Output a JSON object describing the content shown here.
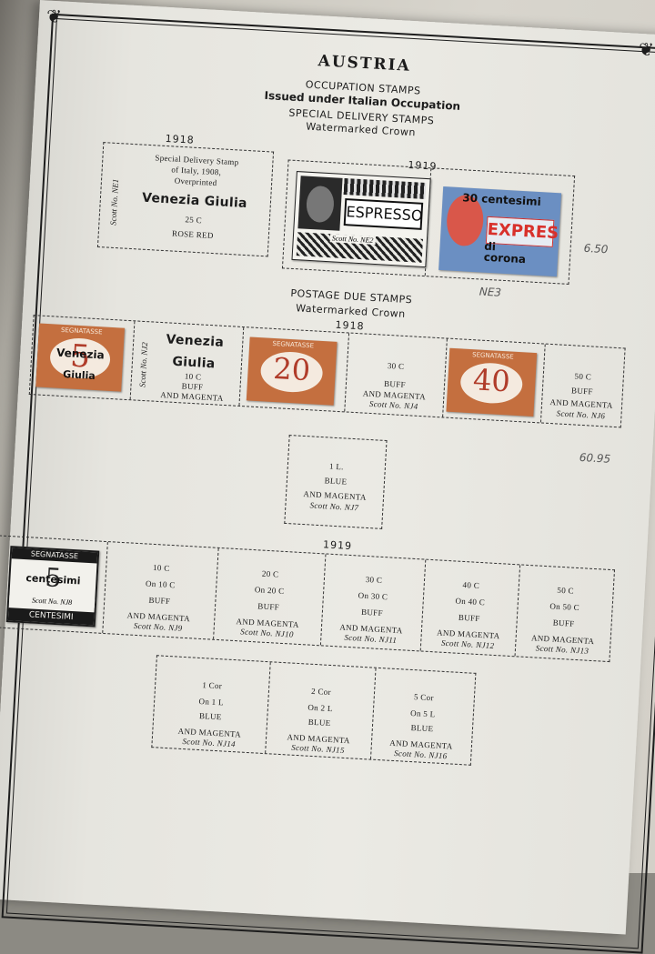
{
  "header": {
    "country": "AUSTRIA",
    "line1": "OCCUPATION STAMPS",
    "line2": "Issued under Italian Occupation",
    "line3": "SPECIAL DELIVERY STAMPS",
    "line4": "Watermarked Crown"
  },
  "special_delivery": {
    "year_1918": "1918",
    "year_1919": "1919",
    "ne1": {
      "scott": "Scott No. NE1",
      "desc1": "Special Delivery Stamp",
      "desc2": "of Italy, 1908,",
      "desc3": "Overprinted",
      "overprint": "Venezia Giulia",
      "value": "25 C",
      "color": "ROSE RED"
    },
    "ne2": {
      "scott": "Scott No. NE2",
      "stamp_text": "ESPRESSO"
    },
    "ne3": {
      "surcharge1": "30 centesimi",
      "surcharge2": "di",
      "surcharge3": "corona",
      "stamp_text": "EXPRES"
    }
  },
  "postage_due": {
    "title": "POSTAGE DUE STAMPS",
    "wmk": "Watermarked Crown",
    "year_1918": "1918",
    "year_1919": "1919",
    "row1": {
      "stamp_label": "SEGNATASSE",
      "nj1_over1": "Venezia",
      "nj1_over2": "Giulia",
      "nj1_value": "5",
      "nj2_scott": "Scott No. NJ2",
      "nj2_over1": "Venezia",
      "nj2_over2": "Giulia",
      "nj2_value": "10 C",
      "nj2_color1": "BUFF",
      "nj2_color2": "AND MAGENTA",
      "nj3_value": "20",
      "nj4_value": "30 C",
      "nj4_color1": "BUFF",
      "nj4_color2": "AND MAGENTA",
      "nj4_scott": "Scott No. NJ4",
      "nj5_value": "40",
      "nj6_value": "50 C",
      "nj6_color1": "BUFF",
      "nj6_color2": "AND MAGENTA",
      "nj6_scott": "Scott No. NJ6"
    },
    "nj7": {
      "value": "1 L.",
      "color1": "BLUE",
      "color2": "AND MAGENTA",
      "scott": "Scott No. NJ7"
    },
    "row2": {
      "nj8_label": "SEGNATASSE",
      "nj8_over": "centesimi",
      "nj8_value": "5",
      "nj8_scott": "Scott No. NJ8",
      "nj8_bottom": "CENTESIMI",
      "cells": [
        {
          "v": "10 C",
          "on": "On 10 C",
          "c1": "BUFF",
          "c2": "AND MAGENTA",
          "s": "Scott No. NJ9"
        },
        {
          "v": "20 C",
          "on": "On 20 C",
          "c1": "BUFF",
          "c2": "AND MAGENTA",
          "s": "Scott No. NJ10"
        },
        {
          "v": "30 C",
          "on": "On 30 C",
          "c1": "BUFF",
          "c2": "AND MAGENTA",
          "s": "Scott No. NJ11"
        },
        {
          "v": "40 C",
          "on": "On 40 C",
          "c1": "BUFF",
          "c2": "AND MAGENTA",
          "s": "Scott No. NJ12"
        },
        {
          "v": "50 C",
          "on": "On 50 C",
          "c1": "BUFF",
          "c2": "AND MAGENTA",
          "s": "Scott No. NJ13"
        }
      ]
    },
    "row3": [
      {
        "v": "1 Cor",
        "on": "On 1 L",
        "c1": "BLUE",
        "c2": "AND MAGENTA",
        "s": "Scott No. NJ14"
      },
      {
        "v": "2 Cor",
        "on": "On 2 L",
        "c1": "BLUE",
        "c2": "AND MAGENTA",
        "s": "Scott No. NJ15"
      },
      {
        "v": "5 Cor",
        "on": "On 5 L",
        "c1": "BLUE",
        "c2": "AND MAGENTA",
        "s": "Scott No. NJ16"
      }
    ]
  },
  "pencil": {
    "price1": "6.50",
    "ne3_note": "NE3",
    "price2": "60.95"
  },
  "colors": {
    "paper": "#ebeae4",
    "ink": "#1c1c1c",
    "stamp_brown": "#b8643a",
    "stamp_blue": "#5d7fb0",
    "stamp_red": "#d8403a"
  }
}
